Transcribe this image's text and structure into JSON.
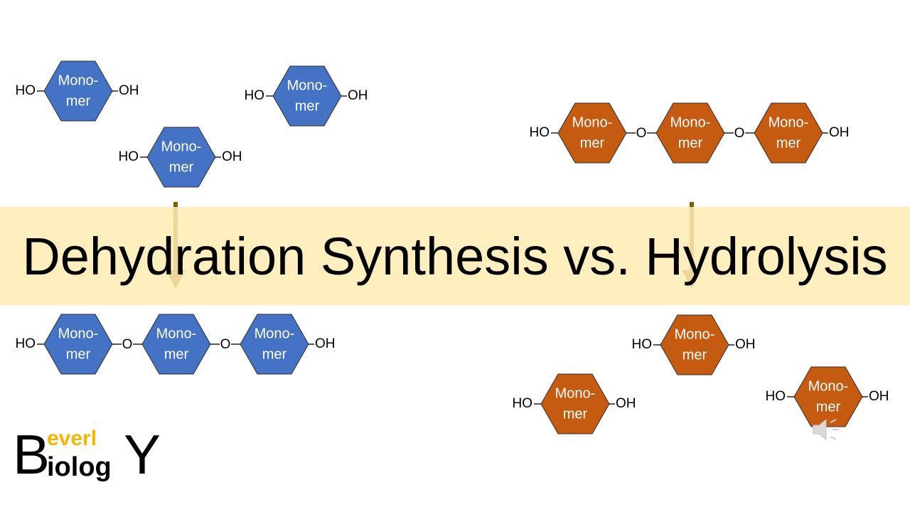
{
  "title": "Dehydration Synthesis vs. Hydrolysis",
  "monomer_label_line1": "Mono-",
  "monomer_label_line2": "mer",
  "group_labels": {
    "hydroxyl": "HO",
    "hydroxyl_right": "OH",
    "oxygen": "O"
  },
  "colors": {
    "synthesis": "#4472c4",
    "hydrolysis": "#c55a11",
    "arrow": "#7f6000",
    "title_band": "#ffecb3",
    "logo_accent": "#f2b705"
  },
  "logo": {
    "letter_b": "B",
    "letters_top": "everl",
    "letters_bottom": "iolog",
    "letter_y": "Y"
  },
  "icons": {
    "speaker": "speaker-icon",
    "arrow": "down-arrow-icon"
  }
}
